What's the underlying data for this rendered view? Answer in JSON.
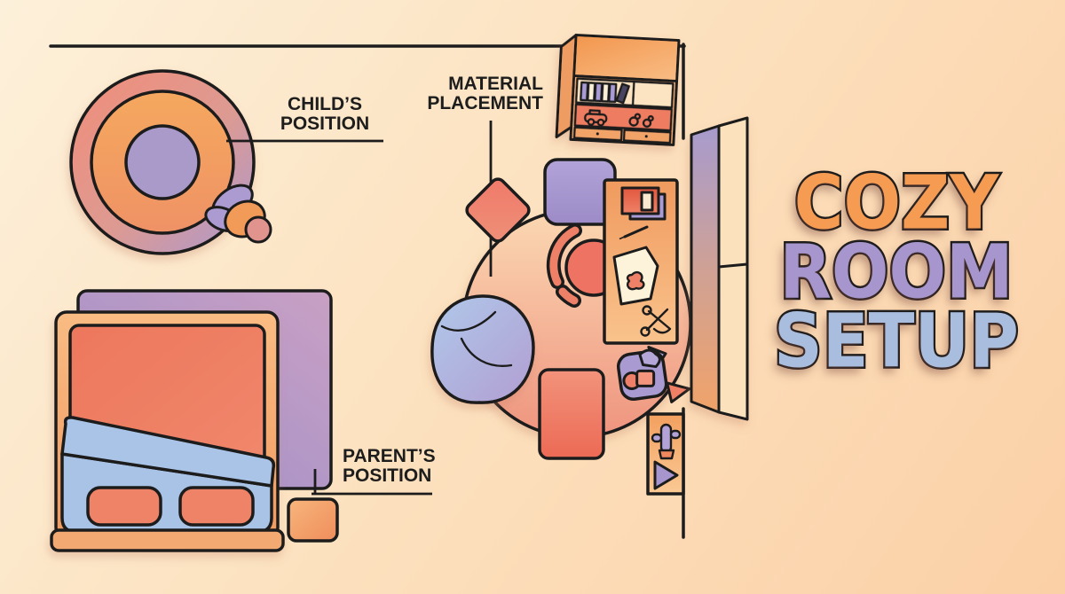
{
  "title": {
    "cozy": {
      "text": "COZY",
      "color": "#f59c52"
    },
    "room": {
      "text": "ROOM",
      "color": "#a795cd"
    },
    "setup": {
      "text": "SETUP",
      "color": "#a9bedf"
    }
  },
  "callouts": {
    "child": {
      "line1": "CHILD’S",
      "line2": "POSITION"
    },
    "material": {
      "line1": "MATERIAL",
      "line2": "PLACEMENT"
    },
    "parent": {
      "line1": "PARENT’S",
      "line2": "POSITION"
    }
  },
  "palette": {
    "background_start": "#fdf0da",
    "background_end": "#fbd0a6",
    "outline": "#1c1c1c",
    "coral": "#ee7f68",
    "orange": "#f5a163",
    "purple": "#a795cd",
    "blue": "#a9c3e6",
    "label_text": "#1d1d1d"
  },
  "icons": [
    "toy-car-icon",
    "duck-toy-icon",
    "book-icon",
    "pencil-icon",
    "paper-icon",
    "scissors-icon",
    "cactus-icon",
    "play-triangle-icon"
  ]
}
